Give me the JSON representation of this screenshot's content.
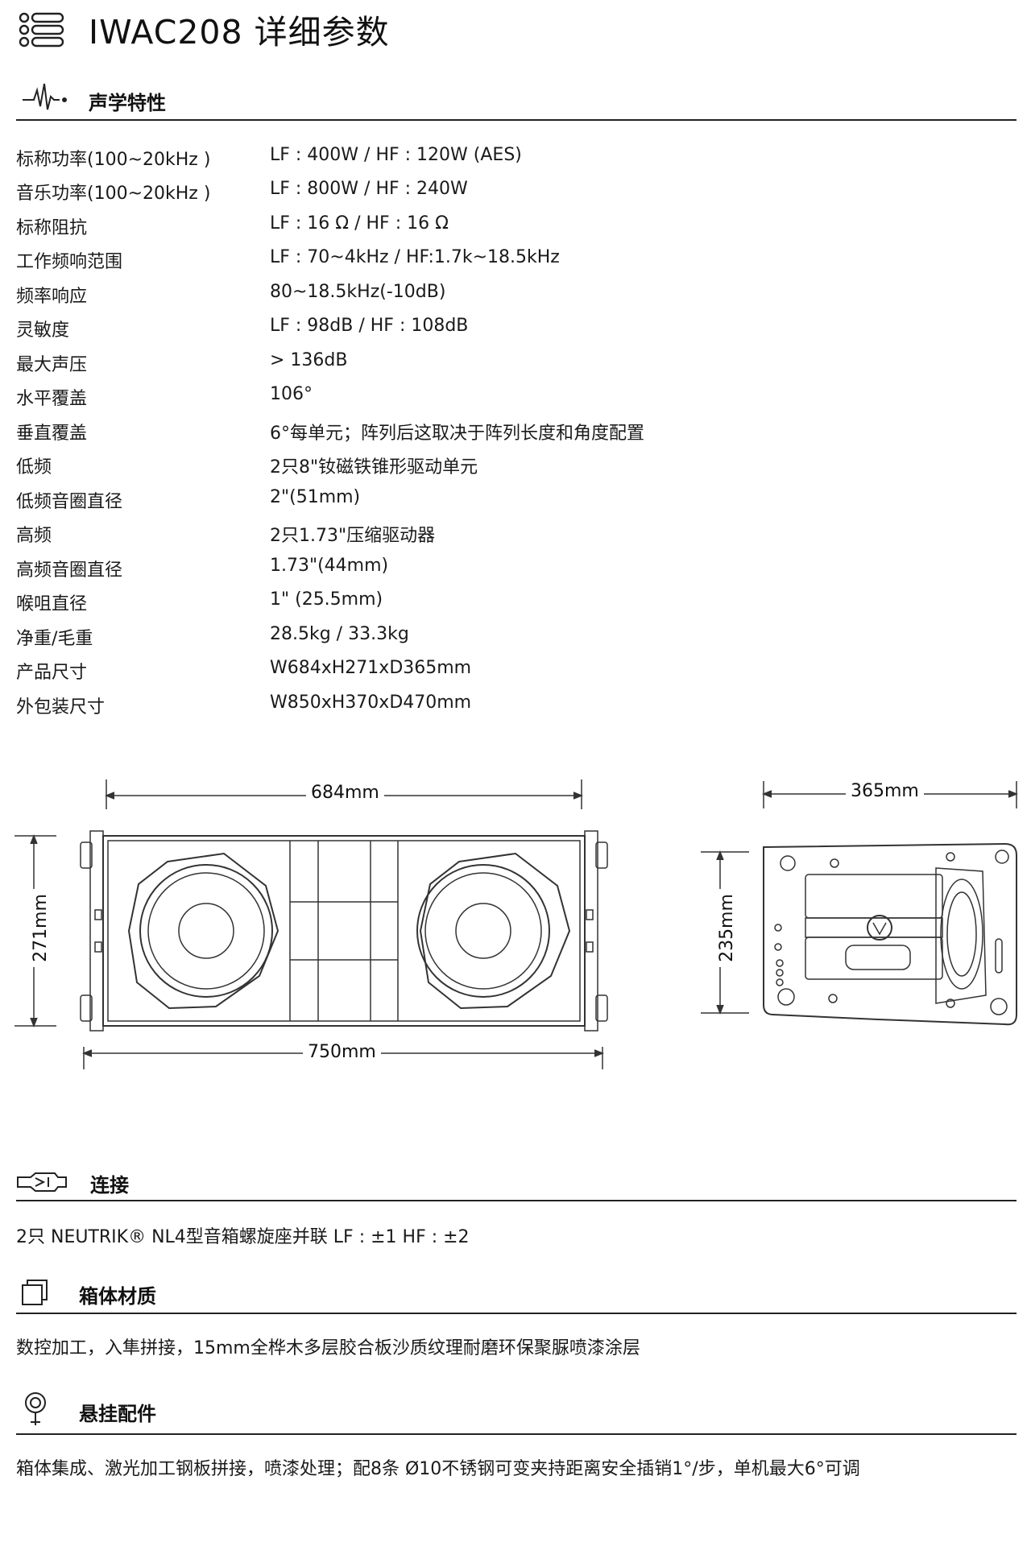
{
  "header": {
    "title": "IWAC208 详细参数"
  },
  "sections": {
    "acoustic": {
      "title": "声学特性"
    },
    "connection": {
      "title": "连接",
      "text": "2只 NEUTRIK® NL4型音箱螺旋座并联 LF : ±1 HF : ±2"
    },
    "material": {
      "title": "箱体材质",
      "text": "数控加工，入隼拼接，15mm全桦木多层胶合板沙质纹理耐磨环保聚脲喷漆涂层"
    },
    "rigging": {
      "title": "悬挂配件",
      "text": "箱体集成、激光加工钢板拼接，喷漆处理；配8条 Ø10不锈钢可变夹持距离安全插销1°/步，单机最大6°可调"
    }
  },
  "specs": [
    {
      "k": "标称功率(100~20kHz )",
      "v": "LF : 400W  /  HF : 120W (AES)"
    },
    {
      "k": "音乐功率(100~20kHz )",
      "v": "LF : 800W  /  HF : 240W"
    },
    {
      "k": "标称阻抗",
      "v": "LF : 16 Ω  /  HF : 16 Ω"
    },
    {
      "k": "工作频响范围",
      "v": "LF : 70~4kHz  /  HF:1.7k~18.5kHz"
    },
    {
      "k": "频率响应",
      "v": "80~18.5kHz(-10dB)"
    },
    {
      "k": "灵敏度",
      "v": "LF : 98dB  /  HF : 108dB"
    },
    {
      "k": "最大声压",
      "v": "> 136dB"
    },
    {
      "k": "水平覆盖",
      "v": "106°"
    },
    {
      "k": "垂直覆盖",
      "v": "6°每单元；阵列后这取决于阵列长度和角度配置"
    },
    {
      "k": "低频",
      "v": "2只8\"钕磁铁锥形驱动单元"
    },
    {
      "k": "低频音圈直径",
      "v": "2\"(51mm)"
    },
    {
      "k": "高频",
      "v": "2只1.73\"压缩驱动器"
    },
    {
      "k": "高频音圈直径",
      "v": "1.73\"(44mm)"
    },
    {
      "k": "喉咀直径",
      "v": "1\"  (25.5mm)"
    },
    {
      "k": "净重/毛重",
      "v": "28.5kg / 33.3kg"
    },
    {
      "k": "产品尺寸",
      "v": "W684xH271xD365mm"
    },
    {
      "k": "外包装尺寸",
      "v": "W850xH370xD470mm"
    }
  ],
  "drawing": {
    "front_width_label": "684mm",
    "front_overall_label": "750mm",
    "front_height_label": "271mm",
    "side_depth_label": "365mm",
    "side_height_label": "235mm"
  }
}
